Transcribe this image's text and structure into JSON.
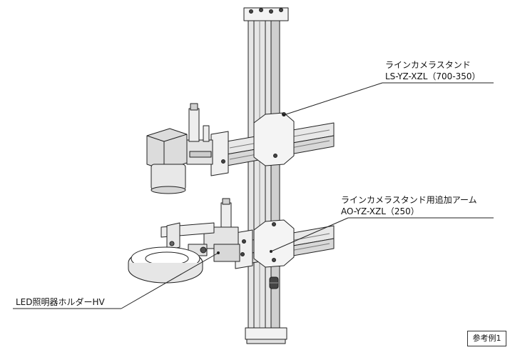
{
  "callouts": {
    "stand": {
      "line1": "ラインカメラスタンド",
      "line2": "LS-YZ-XZL（700-350）"
    },
    "arm": {
      "line1": "ラインカメラスタンド用追加アーム",
      "line2": "AO-YZ-XZL（250）"
    },
    "led": {
      "line1": "LED照明器ホルダーHV"
    }
  },
  "badge": "参考例1",
  "colors": {
    "line": "#222222",
    "metal": "#e6e6e6",
    "dark": "#555555"
  }
}
